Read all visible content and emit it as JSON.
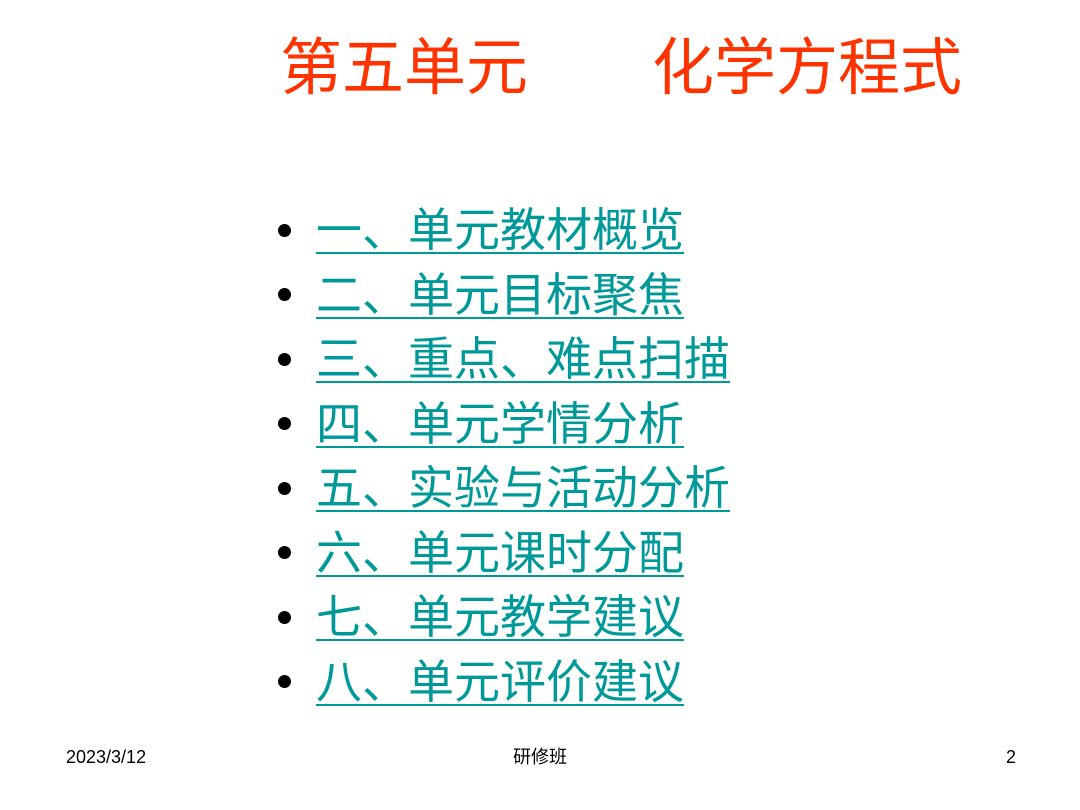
{
  "slide": {
    "title": "第五单元　　化学方程式",
    "items": [
      {
        "label": "一、单元教材概览"
      },
      {
        "label": "二、单元目标聚焦"
      },
      {
        "label": "三、重点、难点扫描"
      },
      {
        "label": "四、单元学情分析"
      },
      {
        "label": "五、实验与活动分析"
      },
      {
        "label": "六、单元课时分配"
      },
      {
        "label": "七、单元教学建议"
      },
      {
        "label": "八、单元评价建议"
      }
    ],
    "footer": {
      "date": "2023/3/12",
      "center": "研修班",
      "page": "2"
    }
  },
  "colors": {
    "title": "#ff3300",
    "link": "#009999",
    "bullet": "#000000",
    "background": "#ffffff"
  }
}
